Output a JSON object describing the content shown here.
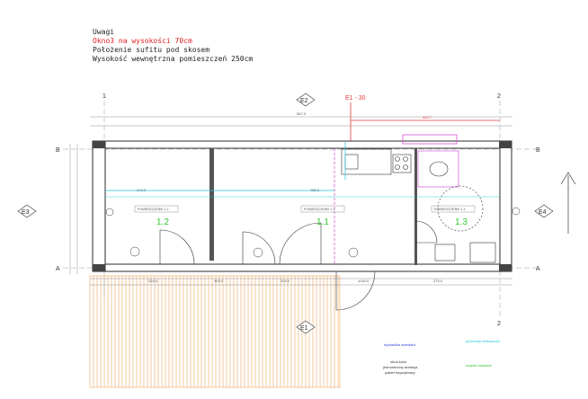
{
  "notes": {
    "heading": "Uwagi",
    "window": "Okno3 na wysokości 70cm",
    "ceiling": "Położenie sufitu pod skosem",
    "height": "Wysokość wewnętrzna pomieszczeń 250cm"
  },
  "markers": {
    "e1": "E1",
    "e2": "E2",
    "e3": "E3",
    "e4": "E4",
    "e1_30": "E1 - 30"
  },
  "grid": {
    "axis_1": "1",
    "axis_2": "2",
    "axis_a": "A",
    "axis_b": "B"
  },
  "rooms": {
    "r12": {
      "number": "1.2",
      "name": "POMIESZCZENIE 1.2"
    },
    "r11": {
      "number": "1.1",
      "name": "POMIESZCZENIE 1.1"
    },
    "r13": {
      "number": "1.3",
      "name": "POMIESZCZENIE 1.3"
    }
  },
  "dims": {
    "total_top": "567.0",
    "d352": "352.7",
    "d240": "240.0",
    "d465": "465.3",
    "d224": "224.0",
    "d204": "204.0",
    "d1044": "1044.0",
    "d275": "275.0",
    "d303": "303.0"
  },
  "legend": {
    "blue": "hydraulika standard",
    "cyan": "przewody elektryczne",
    "green": "ścianki działowe",
    "black_1": "okna kolor",
    "black_2": "jednostronny antracyt,",
    "black_3": "pakiet trzyszybowy"
  },
  "colors": {
    "wall": "#2a2a2a",
    "red_line": "#e33a3a",
    "magenta": "#d23bd0",
    "cyan": "#1fc8d8",
    "blue": "#2b3fe0",
    "green": "#35c935",
    "deck": "#f0a35c"
  }
}
